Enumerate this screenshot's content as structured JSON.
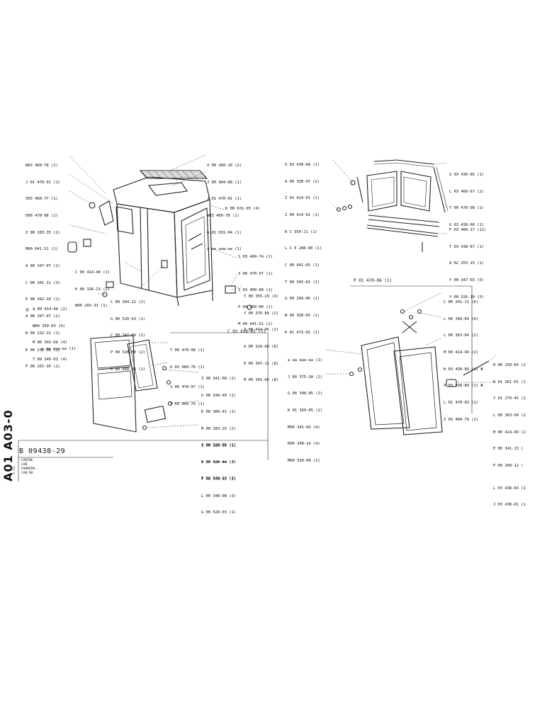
{
  "cab_left_callouts": [
    "W03 460-78 (1)",
    "J 01 470-01 (1)",
    "V03 460-77 (1)",
    "U00 470-98 (1)",
    "Z 00 283-35 (2)",
    "M00 041-51 (1)",
    "A 00 347-07 (2)",
    "C 00 341-11 (3)",
    "K 00 342-10 (1)",
    "A 00 347-07 (2)",
    "R 00 232-22 (1)",
    "K 00 232-38 (1)",
    "F 00 255-35 (1)"
  ],
  "cab_top_callouts": [
    "X 00 360-16 (2)",
    "J 00 404-88 (1)",
    "J 01 470-01 (1)",
    "W03 460-78 (1)",
    "G 02 031-04 (1)",
    "a aa aaa-aa (1)"
  ],
  "cab_mid_callout": "K 00 631-95 (4)",
  "cab_bottom_left_callouts": [
    "C 00 414-48 (1)",
    "K 00 326-23 (2)",
    "W00 283-33 (1)"
  ],
  "cab_bottom_right_callouts": [
    "S 03 460-74 (1)",
    "S 00 470-97 (1)",
    "Z 03 460-80 (1)",
    "P 04 460-06 (1)",
    "M 00 041-52 (2)"
  ],
  "cab_base_left_callouts": [
    "A 00 414-46 (2)",
    "W00 350-03 (4)",
    "M 00 341-66 (4)",
    "T 00 345-63 (4)"
  ],
  "cab_base_mid_callouts": [
    "C 00 394-22 (2)",
    "G 00 520-63 (1)",
    "C 00 347-09 (2)",
    "P 00 326-50 (2)",
    "K 04 460-02 (1)"
  ],
  "cab_base_right_callouts": [
    "T 00 355-29 (4)",
    "Y 00 376-88 (2)",
    "Z 00 414-45 (2)",
    "A 00 326-60 (8)",
    "E 00 347-11 (8)",
    "M 00 341-66 (8)"
  ],
  "circle_mark": "⊙",
  "rear_window_left_callouts": [
    "U 03 438-68 (1)",
    "A 00 330-97 (2)",
    "Z 03 414-91 (1)",
    "Z 00 414-91 (1)",
    "R C 350-21 (1)",
    "L C 0 288-98 (1)",
    "C 00 041-65 (1)",
    "T 00 345-63 (1)",
    "G 00 299-06 (1)",
    "W 00 350-03 (1)",
    "K 01 473-02 (1)"
  ],
  "rear_window_right_callouts_top": [
    "S 03 436-66 (1)",
    "L 03 460-67 (2)",
    "T 00 470-98 (1)",
    "U 03 438-68 (1)"
  ],
  "rear_window_right_callouts_bottom": [
    "F 03 460-17 (12)",
    "T 03 438-67 (1)",
    "A 02 255-15 (1)",
    "Y 00 347-03 (5)",
    "Y 00 326-10 (5)"
  ],
  "door_group_title": "P 01 470-06 (1)",
  "door_ref": "C 02 438-02 (1)",
  "left_door_unlabeled": "a aa aaa-aa (1)",
  "left_door_right_callouts": [
    "T 00 470-98 (1)",
    "U 03 460-76 (1)",
    "S 00 470-97 (1)",
    "T 03 460-75 (1)",
    "Z 00 341-08 (2)",
    "U 00 348-40 (2)",
    "D 00 389-41 (1)",
    "M 00 283-25 (2)",
    "Z 00 283-35 (1)",
    "H 00 326-44 (3)",
    "P 00 348-12 (3)",
    "L 00 348-08 (3)",
    "G 00 520-55 (1)"
  ],
  "left_door_bottom_callouts": [
    "S 00 520-55 (1)",
    "a aa aaa-aa (1)",
    "T 01 520-24 (1)"
  ],
  "right_door_top_callouts": [
    "C 00 341-11 (6)",
    "L 00 348-09 (6)",
    "L 00 363-04 (2)",
    "M 00 414-99 (2)",
    "H 03 438-80 (1) Φ",
    "V 03 438-89 (1) Φ",
    "L 01 470-03 (1)",
    "X 03 460-79 (1)"
  ],
  "right_door_left_callouts": [
    "a aa aaa-aa (1)",
    "J 00 375-30 (2)",
    "G 00 348-05 (2)",
    "K 01 369-05 (2)",
    "M00 341-66 (4)",
    "R00 348-14 (4)",
    "M00 520-60 (2)"
  ],
  "right_door_right_callouts": [
    "R 00 250-64 (2",
    "K 01 361-01 (2",
    "Y 01 279-45 (2",
    "L 00 363-04 (2",
    "M 00 414-99 (2",
    "E 00 341-13 (",
    "P 00 348-12 (",
    "L 03 438-83 (1",
    "J 03 438-81 (1"
  ],
  "drawing_number": "B 09438-29",
  "section_code": "A01 A03-0",
  "title_block": [
    "CABINE",
    "CAB",
    "FAHRERH..",
    "CAB.NA"
  ],
  "title_rev": "1-73"
}
